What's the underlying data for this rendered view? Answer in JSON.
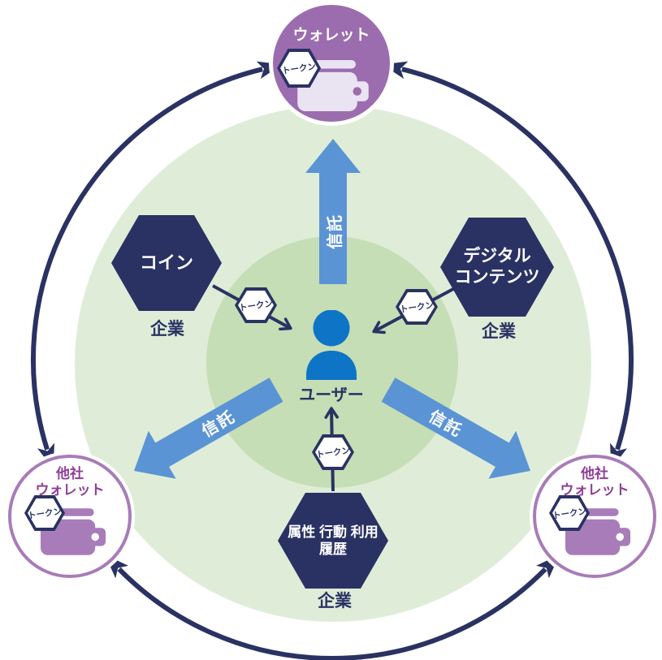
{
  "diagram": {
    "wallets": {
      "top": {
        "label": "ウォレット",
        "token": "トークン"
      },
      "left": {
        "line1": "他社",
        "line2": "ウォレット",
        "token": "トークン"
      },
      "right": {
        "line1": "他社",
        "line2": "ウォレット",
        "token": "トークン"
      }
    },
    "providers": {
      "coin": {
        "label": "コイン",
        "company": "企業",
        "token": "トークン"
      },
      "digital": {
        "line1": "デジタル",
        "line2": "コンテンツ",
        "company": "企業",
        "token": "トークン"
      },
      "data": {
        "line1": "属性 行動 利用",
        "line2": "履歴",
        "company": "企業",
        "token": "トークン"
      }
    },
    "user": {
      "label": "ユーザー"
    },
    "trust": {
      "up": "信託",
      "left": "信託",
      "right": "信託"
    }
  },
  "colors": {
    "navy": "#2A3263",
    "purple": "#9B6DAE",
    "purple-light": "#A87CB8",
    "magenta": "#8F3F97",
    "wallet-lav": "#EAE3F2",
    "blue": "#5B94D4",
    "user-blue": "#0E74C6",
    "green-outer": "#DFEDD8",
    "green-inner": "#C5DEB5"
  }
}
